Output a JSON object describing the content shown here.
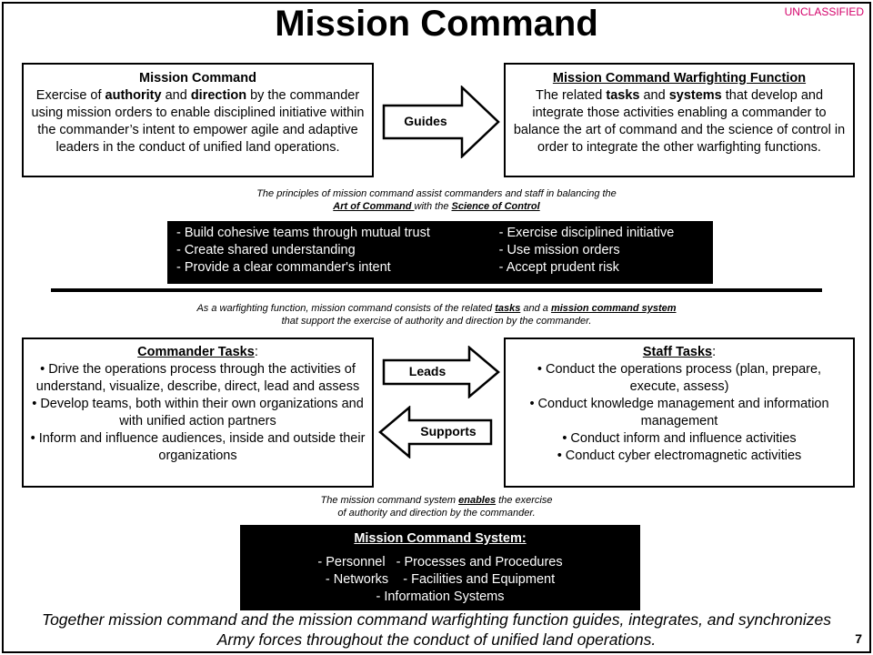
{
  "title": "Mission Command",
  "classification": "UNCLASSIFIED",
  "page_number": "7",
  "mission_command_box": {
    "heading": "Mission Command",
    "t1": "Exercise of ",
    "b1": "authority",
    "t2": " and ",
    "b2": "direction",
    "t3": " by the commander using mission orders to enable disciplined initiative within the commander’s intent to empower agile and adaptive leaders in the conduct of unified land operations."
  },
  "guides_arrow": {
    "label": "Guides"
  },
  "mcwf_box": {
    "heading": "Mission Command Warfighting Function",
    "t1": "The related ",
    "b1": "tasks",
    "t2": " and ",
    "b2": "systems",
    "t3": " that develop and integrate those activities enabling a commander to balance the art of command and the science of control in order to integrate the other warfighting functions."
  },
  "principles_note": {
    "line1": "The principles of mission command assist commanders and staff in balancing the",
    "art": "Art of Command ",
    "mid": "with the ",
    "science": "Science of Control"
  },
  "principles": {
    "left": [
      "- Build cohesive teams through mutual trust",
      "- Create shared understanding",
      "- Provide a clear commander's intent"
    ],
    "right": [
      "- Exercise disciplined initiative",
      "- Use mission orders",
      "- Accept prudent risk"
    ]
  },
  "wf_note": {
    "t1": "As a warfighting function, mission command consists of the related ",
    "tasks": "tasks",
    "t2": " and a ",
    "system": "mission command system",
    "line2": "that support the exercise of authority and direction by the commander."
  },
  "commander_tasks": {
    "heading": "Commander Tasks",
    "colon": ":",
    "items": [
      "• Drive the operations process through the activities of understand, visualize, describe, direct, lead and assess",
      "• Develop teams, both within their own organizations and with unified action partners",
      "• Inform and influence audiences, inside and outside their organizations"
    ]
  },
  "leads_arrow": {
    "label": "Leads"
  },
  "supports_arrow": {
    "label": "Supports"
  },
  "staff_tasks": {
    "heading": "Staff Tasks",
    "colon": ":",
    "items": [
      "• Conduct the operations process (plan, prepare, execute, assess)",
      "• Conduct knowledge management and information management",
      "• Conduct inform and influence activities",
      "• Conduct cyber electromagnetic activities"
    ]
  },
  "system_note": {
    "t1": "The mission command system ",
    "enables": "enables",
    "t2": " the exercise",
    "line2": "of authority and direction by the commander."
  },
  "mc_system": {
    "heading": "Mission Command System:",
    "lines": [
      "- Personnel   - Processes and Procedures",
      "- Networks    - Facilities and Equipment",
      "- Information Systems"
    ]
  },
  "footer": "Together mission command and the mission command warfighting function guides, integrates, and synchronizes Army forces throughout the conduct of unified land operations."
}
